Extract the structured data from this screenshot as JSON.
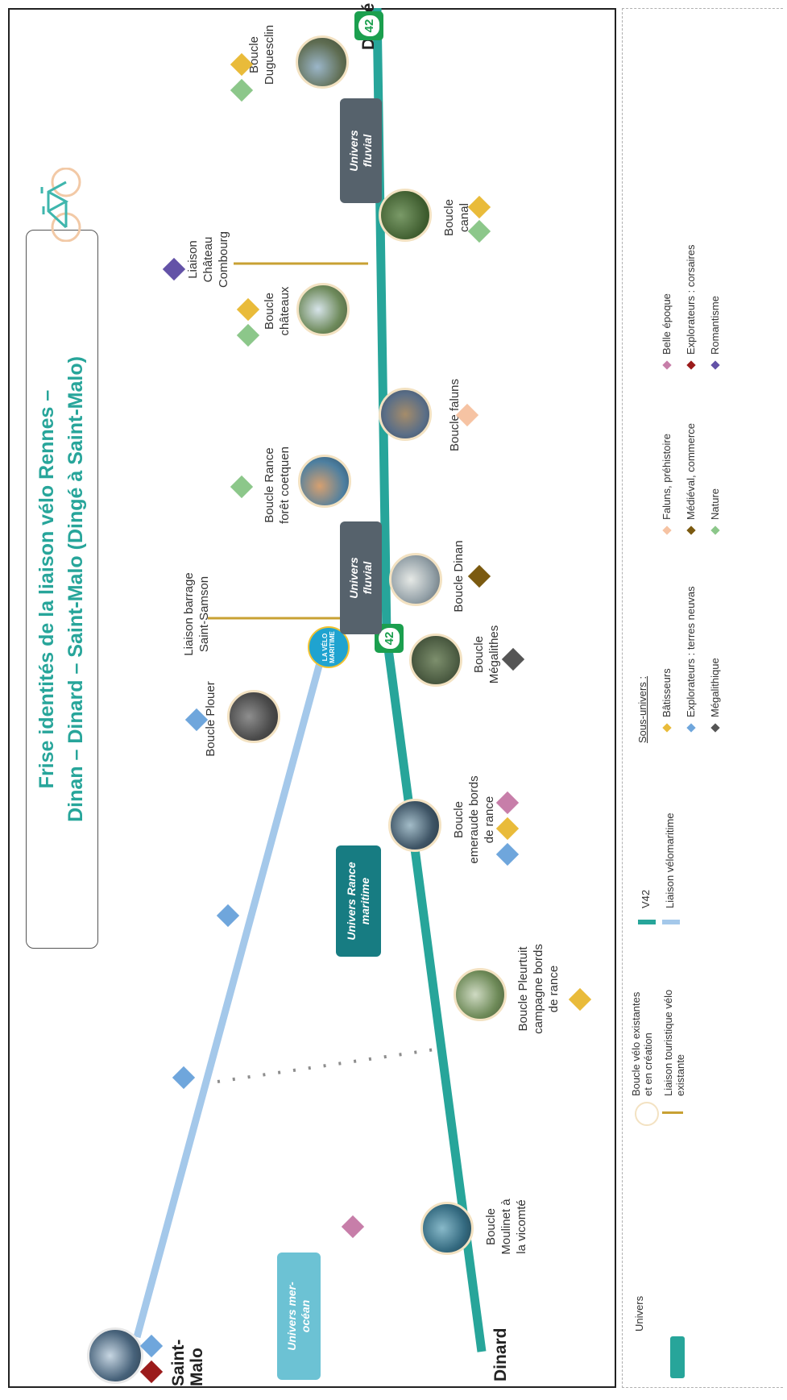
{
  "title": {
    "line1": "Frise identités de la liaison vélo Rennes –",
    "line2": "Dinan – Dinard – Saint-Malo (Dingé à Saint-Malo)"
  },
  "colors": {
    "v42": "#27a59a",
    "velomaritime": "#a4c8ea",
    "liaison_touristique": "#c8a133",
    "univers_fluvial": "#56626c",
    "univers_rance": "#177c82",
    "univers_mer": "#6cc2d4",
    "boucle_ring": "#f3e2c2",
    "batisseurs": "#e9bb3a",
    "explorateurs_terres_neuves": "#6fa6dc",
    "megalithique": "#555555",
    "faluns": "#f6c3a3",
    "medieval": "#7b5a10",
    "nature": "#8cc78a",
    "belle_epoque": "#c77ea9",
    "corsaires": "#9b1b1b",
    "romantisme": "#6352a7"
  },
  "cities": {
    "dinge": "Dingé",
    "saint_malo": "Saint-\nMalo",
    "dinard": "Dinard"
  },
  "route_badge": "42",
  "velo_logo": "LA VÉLO\nMARITIME",
  "univers": {
    "fluvial_1": "Univers\nfluvial",
    "fluvial_2": "Univers\nfluvial",
    "rance": "Univers Rance\nmaritime",
    "mer": "Univers mer-\nocéan"
  },
  "labels": {
    "duguesclin": "Boucle\nDuguesclin",
    "canal": "Boucle\ncanal",
    "combourg": "Liaison\nChâteau\nCombourg",
    "chateaux": "Boucle\nchâteaux",
    "faluns": "Boucle faluns",
    "rance_foret": "Boucle Rance\nforêt coetquen",
    "dinan": "Boucle Dinan",
    "saint_samson": "Liaison barrage\nSaint-Samson",
    "megalithes": "Boucle\nMégalithes",
    "plouer": "Boucle Plouer",
    "emeraude": "Boucle\nemeraude bords\nde rance",
    "pleurtuit": "Boucle Pleurtuit\ncampagne bords\nde rance",
    "moulinet": "Boucle\nMoulinet à\nla vicomté"
  },
  "legend": {
    "univers": "Univers",
    "boucle": "Boucle vélo existantes\net en création",
    "liaison_touristique": "Liaison touristique vélo\nexistante",
    "v42": "V42",
    "velomaritime": "Liaison vélomaritime",
    "sous_univers_title": "Sous-univers :",
    "sous_univers": [
      {
        "label": "Bâtisseurs",
        "color": "#e9bb3a"
      },
      {
        "label": "Explorateurs : terres neuvas",
        "color": "#6fa6dc"
      },
      {
        "label": "Mégalithique",
        "color": "#555555"
      },
      {
        "label": "Faluns, préhistoire",
        "color": "#f6c3a3"
      },
      {
        "label": "Médiéval, commerce",
        "color": "#7b5a10"
      },
      {
        "label": "Nature",
        "color": "#8cc78a"
      },
      {
        "label": "Belle époque",
        "color": "#c77ea9"
      },
      {
        "label": "Explorateurs : corsaires",
        "color": "#9b1b1b"
      },
      {
        "label": "Romantisme",
        "color": "#6352a7"
      }
    ]
  }
}
